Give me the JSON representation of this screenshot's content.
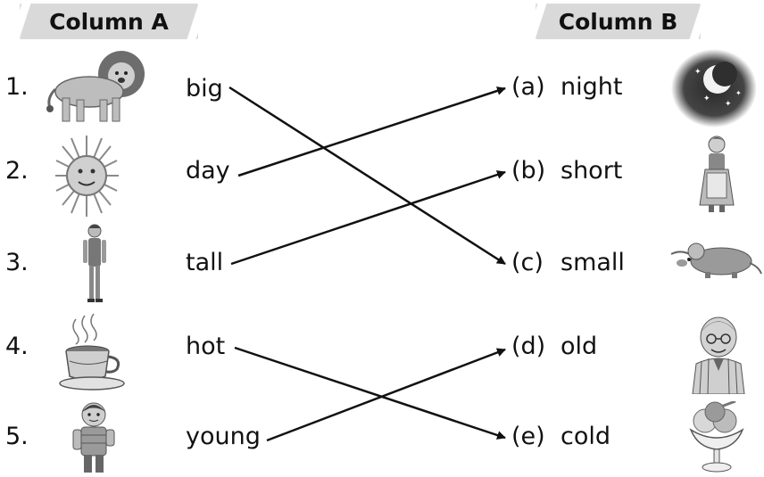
{
  "headers": {
    "column_a": "Column A",
    "column_b": "Column B"
  },
  "column_a": [
    {
      "num": "1.",
      "word": "big",
      "icon": "lion-icon"
    },
    {
      "num": "2.",
      "word": "day",
      "icon": "sun-icon"
    },
    {
      "num": "3.",
      "word": "tall",
      "icon": "tall-woman-icon"
    },
    {
      "num": "4.",
      "word": "hot",
      "icon": "hot-tea-cup-icon"
    },
    {
      "num": "5.",
      "word": "young",
      "icon": "boy-icon"
    }
  ],
  "column_b": [
    {
      "letter": "(a)",
      "word": "night",
      "icon": "night-moon-stars-icon"
    },
    {
      "letter": "(b)",
      "word": "short",
      "icon": "short-woman-icon"
    },
    {
      "letter": "(c)",
      "word": "small",
      "icon": "mouse-icon"
    },
    {
      "letter": "(d)",
      "word": "old",
      "icon": "old-man-icon"
    },
    {
      "letter": "(e)",
      "word": "cold",
      "icon": "ice-cream-icon"
    }
  ],
  "matches": [
    {
      "from": "big",
      "to": "(c)"
    },
    {
      "from": "day",
      "to": "(a)"
    },
    {
      "from": "tall",
      "to": "(b)"
    },
    {
      "from": "hot",
      "to": "(e)"
    },
    {
      "from": "young",
      "to": "(d)"
    }
  ],
  "colors": {
    "header_bg": "#d9d9d9",
    "text": "#111111",
    "line": "#111111"
  }
}
